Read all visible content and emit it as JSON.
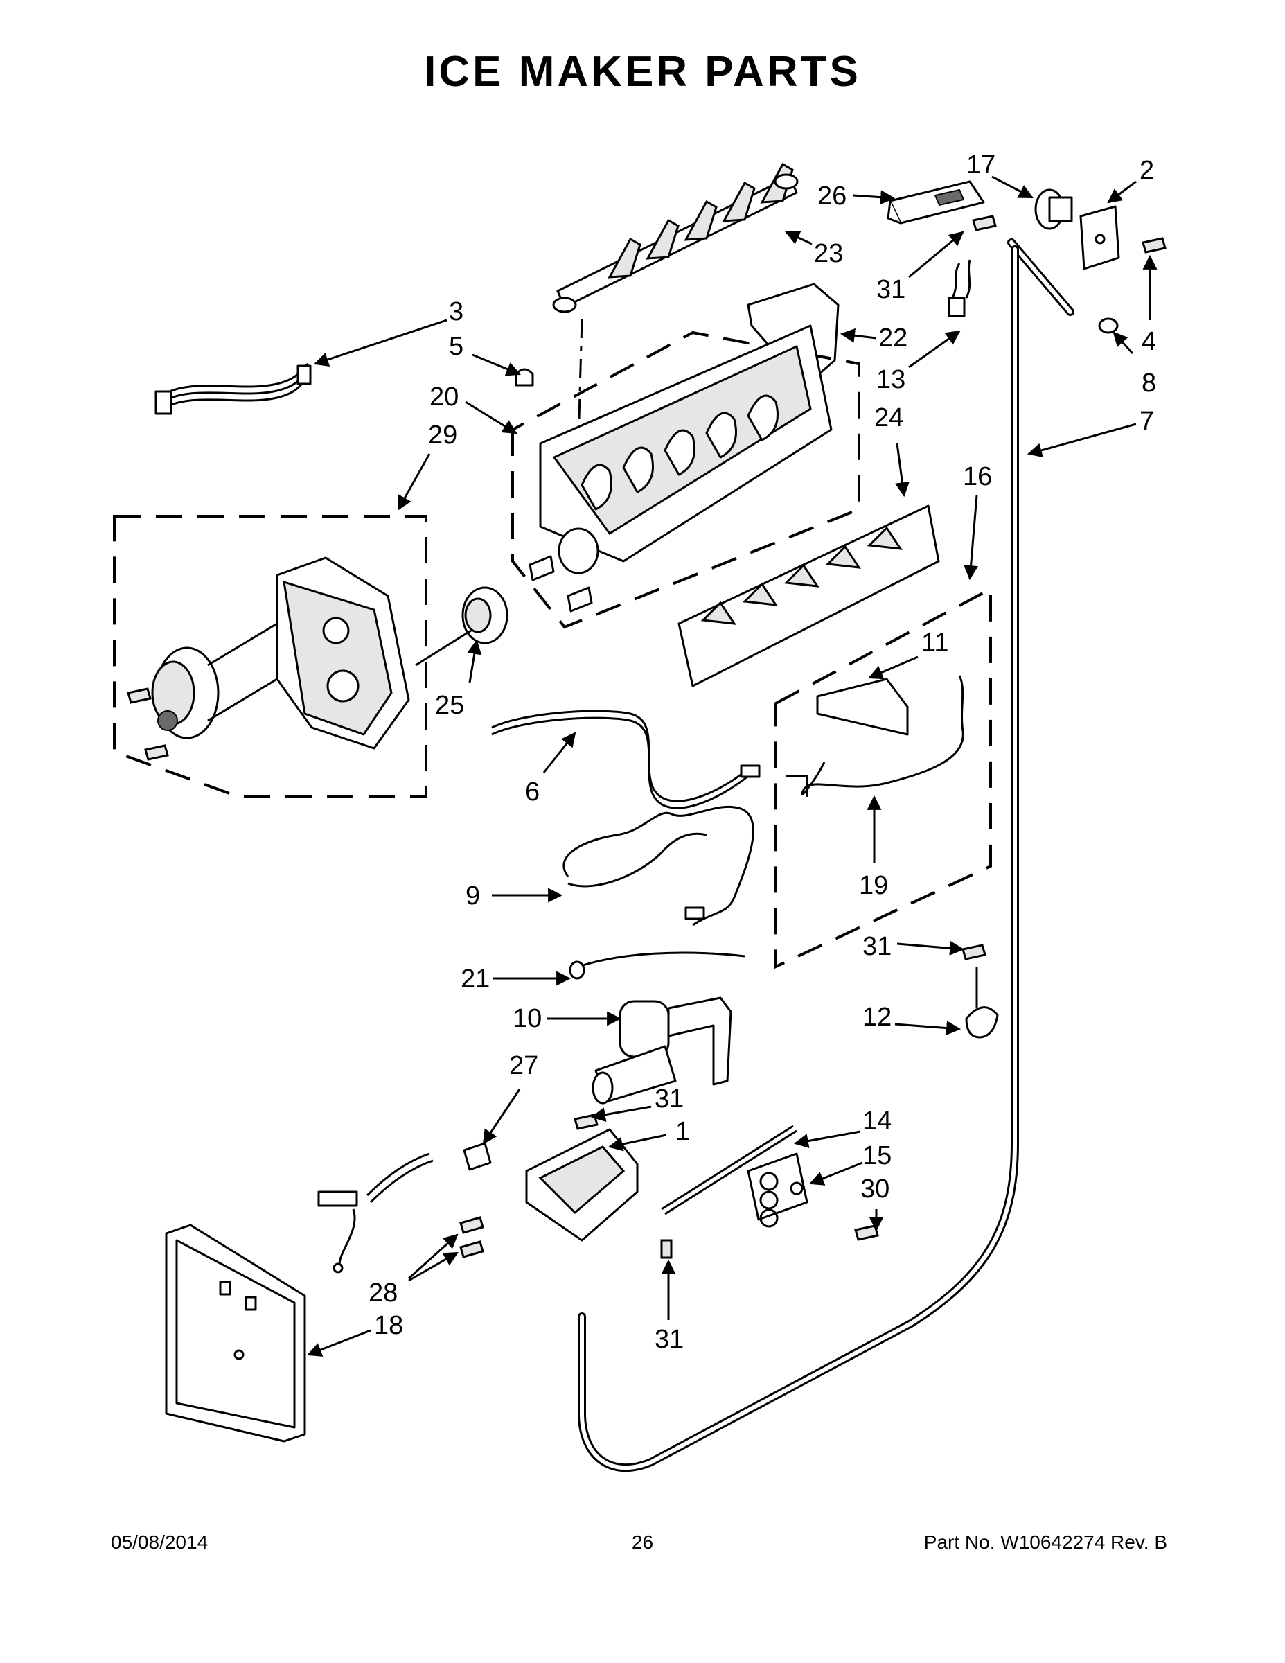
{
  "title": "ICE MAKER PARTS",
  "footer": {
    "date": "05/08/2014",
    "page": "26",
    "part_number": "Part No.  W10642274  Rev.  B"
  },
  "callouts": [
    "1",
    "2",
    "3",
    "4",
    "5",
    "6",
    "7",
    "8",
    "9",
    "10",
    "11",
    "12",
    "13",
    "14",
    "15",
    "16",
    "17",
    "18",
    "19",
    "20",
    "21",
    "22",
    "23",
    "24",
    "25",
    "26",
    "27",
    "28",
    "29",
    "30",
    "31"
  ]
}
